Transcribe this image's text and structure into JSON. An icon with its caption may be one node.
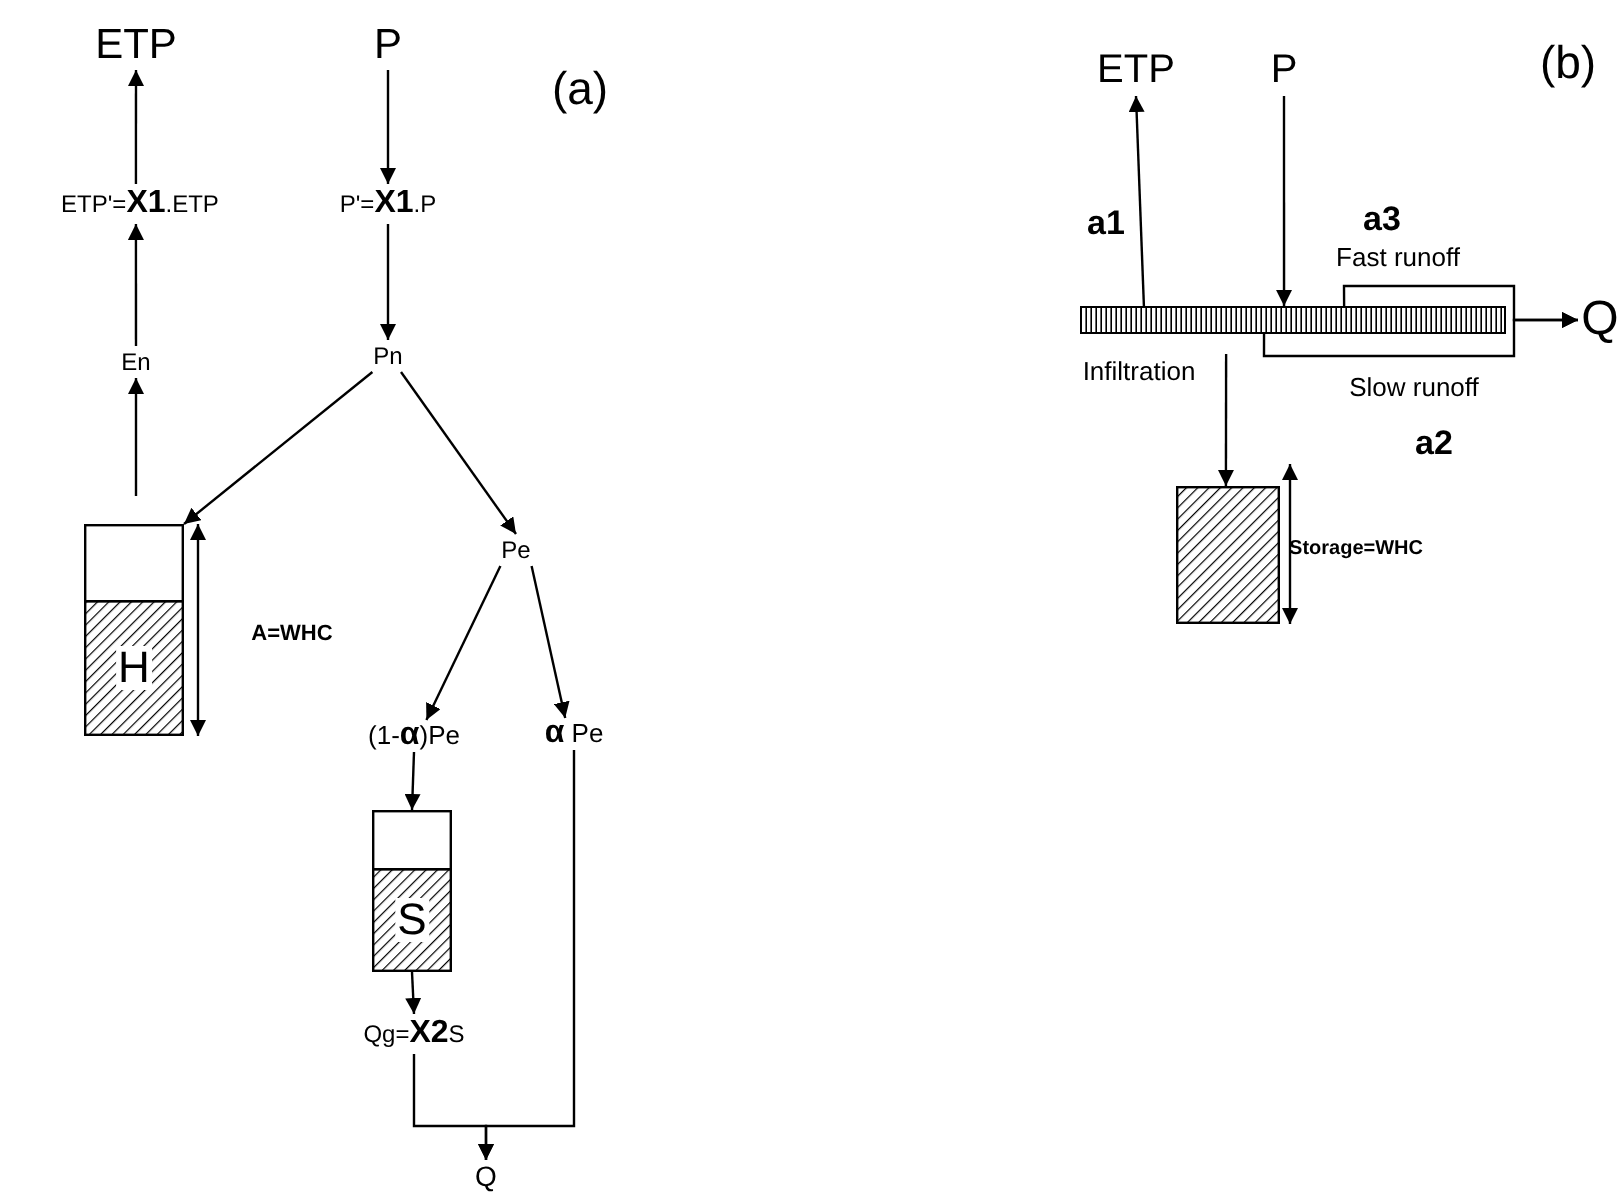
{
  "diagram": {
    "nodes": [
      {
        "text": [
          "ETP"
        ]
      },
      {
        "text": [
          "P"
        ]
      },
      {
        "text": [
          "ETP'=**X1**.ETP"
        ]
      },
      {
        "text": [
          "P'=**X1**.P"
        ]
      },
      {
        "text": [
          "En"
        ]
      },
      {
        "text": [
          "Pn"
        ]
      },
      {
        "text": [
          "H"
        ]
      },
      {
        "text": [
          "Pe"
        ]
      },
      {
        "text": [
          "(1-**α**)Pe"
        ]
      },
      {
        "text": [
          "**α** Pe"
        ]
      },
      {
        "text": [
          "S"
        ]
      },
      {
        "text": [
          "Qg=**X2**S"
        ]
      },
      {
        "text": [
          "Q"
        ]
      },
      {
        "text": [
          "ETP"
        ]
      },
      {
        "text": [
          "P"
        ]
      },
      {
        "text": [],
        "shape": "bar"
      },
      {
        "text": [],
        "shape": "box"
      },
      {
        "text": [
          "Q"
        ]
      }
    ],
    "edges": [
      {
        "from": 2,
        "to": 0,
        "arrow": "to"
      },
      {
        "from": 1,
        "to": 3,
        "arrow": "to"
      },
      {
        "from": 4,
        "to": 2,
        "arrow": "to"
      },
      {
        "from": 3,
        "to": 5,
        "arrow": "to"
      },
      {
        "from": 6,
        "to": 4,
        "arrow": "to"
      },
      {
        "from": 5,
        "to": 6,
        "arrow": "to"
      },
      {
        "from": 5,
        "to": 7,
        "arrow": "to"
      },
      {
        "from": 7,
        "to": 8,
        "arrow": "to"
      },
      {
        "from": 7,
        "to": 9,
        "arrow": "to"
      },
      {
        "from": 8,
        "to": 10,
        "arrow": "to"
      },
      {
        "from": 10,
        "to": 11,
        "arrow": "to"
      },
      {
        "from": 11,
        "to": 12,
        "arrow": "to"
      },
      {
        "from": 9,
        "to": 12,
        "arrow": "to"
      },
      {
        "from": 15,
        "to": 13,
        "arrow": "to"
      },
      {
        "from": 14,
        "to": 15,
        "arrow": "to"
      },
      {
        "from": 15,
        "to": 16,
        "arrow": "to"
      },
      {
        "from": 15,
        "to": 17,
        "arrow": "to",
        "label": "Fast runoff"
      },
      {
        "from": 15,
        "to": 17,
        "arrow": "to",
        "label": "Slow runoff"
      }
    ],
    "labels": [
      "(a)",
      "A=WHC",
      "(b)",
      "a1",
      "a3",
      "Infiltration",
      "a2",
      "Storage=WHC"
    ]
  }
}
